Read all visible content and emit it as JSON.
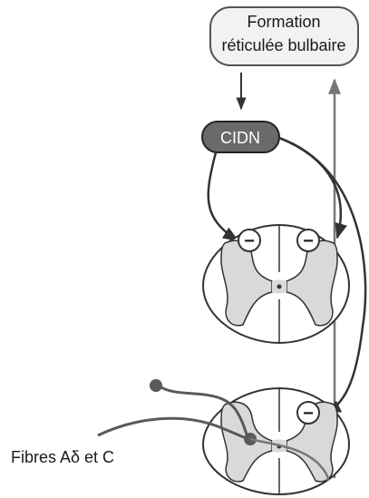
{
  "formation_label": {
    "line1": "Formation",
    "line2": "réticulée bulbaire"
  },
  "cidn_label": "CIDN",
  "fibres_label": "Fibres Aδ et C",
  "inhibition_symbol": "−",
  "colors": {
    "line": "#333333",
    "ascending_path": "#777777",
    "afferent_fibre": "#5a5a5a",
    "grey_matter": "#d9d9d9",
    "cidn_box": "#6a6a6a",
    "formation_box": "#f2f2f2"
  }
}
